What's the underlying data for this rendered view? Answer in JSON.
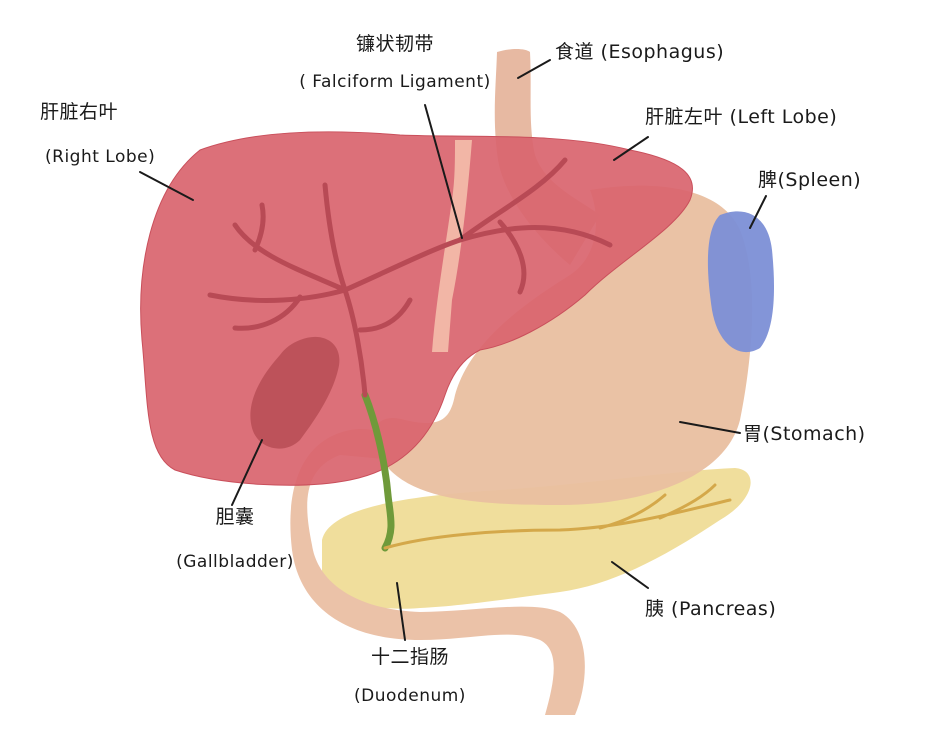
{
  "colors": {
    "liver": "#d9646e",
    "liver_stroke": "#c94f5b",
    "ligament": "#f2b6a6",
    "vessels": "#b84a55",
    "gallbladder": "#b94f57",
    "bile_duct": "#6f9a3a",
    "stomach": "#e9bfa0",
    "esophagus": "#e7b9a2",
    "spleen": "#7c8fd6",
    "pancreas": "#f0de9c",
    "pancreatic_duct": "#d4a84a",
    "duodenum": "#ebc2a8",
    "leader": "#1a1a1a"
  },
  "labels": {
    "falciform_zh": "镰状韧带",
    "falciform_en": "( Falciform Ligament)",
    "esophagus": "食道 (Esophagus)",
    "right_lobe_zh": "肝脏右叶",
    "right_lobe_en": "(Right Lobe)",
    "left_lobe": "肝脏左叶 (Left Lobe)",
    "spleen": "脾(Spleen)",
    "stomach": "胃(Stomach)",
    "gallbladder_zh": "胆囊",
    "gallbladder_en": "(Gallbladder)",
    "pancreas": "胰 (Pancreas)",
    "duodenum_zh": "十二指肠",
    "duodenum_en": "(Duodenum)"
  }
}
